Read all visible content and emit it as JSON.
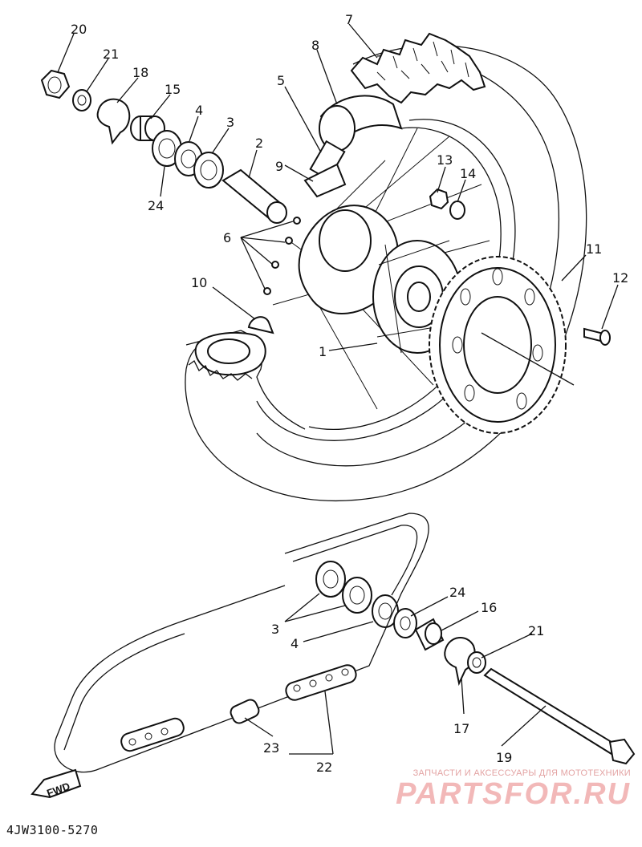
{
  "callouts": [
    {
      "id": "c1",
      "label": "1"
    },
    {
      "id": "c2",
      "label": "2"
    },
    {
      "id": "c3",
      "label": "3"
    },
    {
      "id": "c3b",
      "label": "3"
    },
    {
      "id": "c4",
      "label": "4"
    },
    {
      "id": "c4b",
      "label": "4"
    },
    {
      "id": "c5",
      "label": "5"
    },
    {
      "id": "c6",
      "label": "6"
    },
    {
      "id": "c7",
      "label": "7"
    },
    {
      "id": "c8",
      "label": "8"
    },
    {
      "id": "c9",
      "label": "9"
    },
    {
      "id": "c10",
      "label": "10"
    },
    {
      "id": "c11",
      "label": "11"
    },
    {
      "id": "c12",
      "label": "12"
    },
    {
      "id": "c13",
      "label": "13"
    },
    {
      "id": "c14",
      "label": "14"
    },
    {
      "id": "c15",
      "label": "15"
    },
    {
      "id": "c16",
      "label": "16"
    },
    {
      "id": "c17",
      "label": "17"
    },
    {
      "id": "c18",
      "label": "18"
    },
    {
      "id": "c19",
      "label": "19"
    },
    {
      "id": "c20",
      "label": "20"
    },
    {
      "id": "c21",
      "label": "21"
    },
    {
      "id": "c21b",
      "label": "21"
    },
    {
      "id": "c22",
      "label": "22"
    },
    {
      "id": "c23",
      "label": "23"
    },
    {
      "id": "c24",
      "label": "24"
    },
    {
      "id": "c24b",
      "label": "24"
    }
  ],
  "direction_arrow": "FWD",
  "catalog_code": "4JW3100-5270",
  "watermark": {
    "tagline": "ЗАПЧАСТИ И АКСЕССУАРЫ ДЛЯ МОТОТЕХНИКИ",
    "brand": "PARTSFOR.RU"
  }
}
